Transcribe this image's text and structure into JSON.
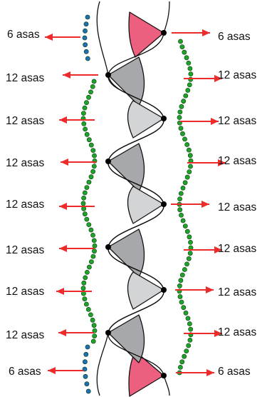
{
  "colors": {
    "end_sector": "#ec5f7f",
    "dark_sector": "#a7a8ac",
    "light_sector": "#d2d4d6",
    "blue_dots": "#1f6fb5",
    "green_dots": "#1fa22b",
    "arrows": "#ee2b2b",
    "lines": "#111111"
  },
  "labels": {
    "left": [
      "6 asas",
      "12 asas",
      "12 asas",
      "12 asas",
      "12 asas",
      "12 asas",
      "12 asas",
      "12 asas",
      "6 asas"
    ],
    "right": [
      "6 asas",
      "12 asas",
      "12 asas",
      "12 asas",
      "12 asas",
      "12 asas",
      "12 asas",
      "12 asas",
      "6 asas"
    ]
  }
}
